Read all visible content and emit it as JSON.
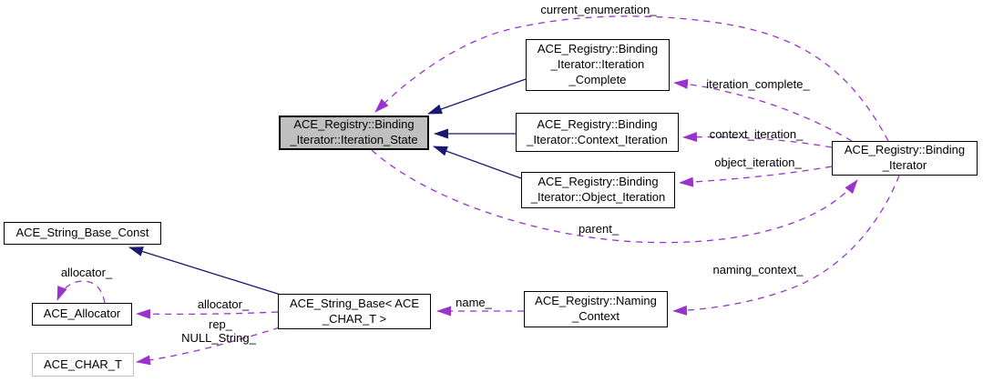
{
  "nodes": {
    "iteration_state": {
      "label": "ACE_Registry::Binding\n_Iterator::Iteration_State"
    },
    "iteration_complete": {
      "label": "ACE_Registry::Binding\n_Iterator::Iteration\n_Complete"
    },
    "context_iteration": {
      "label": "ACE_Registry::Binding\n_Iterator::Context_Iteration"
    },
    "object_iteration": {
      "label": "ACE_Registry::Binding\n_Iterator::Object_Iteration"
    },
    "binding_iterator": {
      "label": "ACE_Registry::Binding\n_Iterator"
    },
    "naming_context": {
      "label": "ACE_Registry::Naming\n_Context"
    },
    "string_base": {
      "label": "ACE_String_Base< ACE\n_CHAR_T >"
    },
    "string_base_const": {
      "label": "ACE_String_Base_Const"
    },
    "allocator": {
      "label": "ACE_Allocator"
    },
    "char_t": {
      "label": "ACE_CHAR_T"
    }
  },
  "edge_labels": {
    "current_enumeration": "current_enumeration_",
    "iteration_complete": "iteration_complete_",
    "context_iteration": "context_iteration_",
    "object_iteration": "object_iteration_",
    "parent": "parent_",
    "naming_context": "naming_context_",
    "name": "name_",
    "allocator_self": "allocator_",
    "allocator": "allocator_",
    "rep": "rep_",
    "null_string": "NULL_String_"
  },
  "colors": {
    "inheritance_edge": "#191970",
    "usage_edge": "#9a32cd",
    "root_node_fill": "#c0c0c0",
    "node_fill": "#ffffff",
    "node_border": "#000000",
    "undocumented_border": "#c0c0c0",
    "text": "#000000",
    "background": "#ffffff"
  }
}
